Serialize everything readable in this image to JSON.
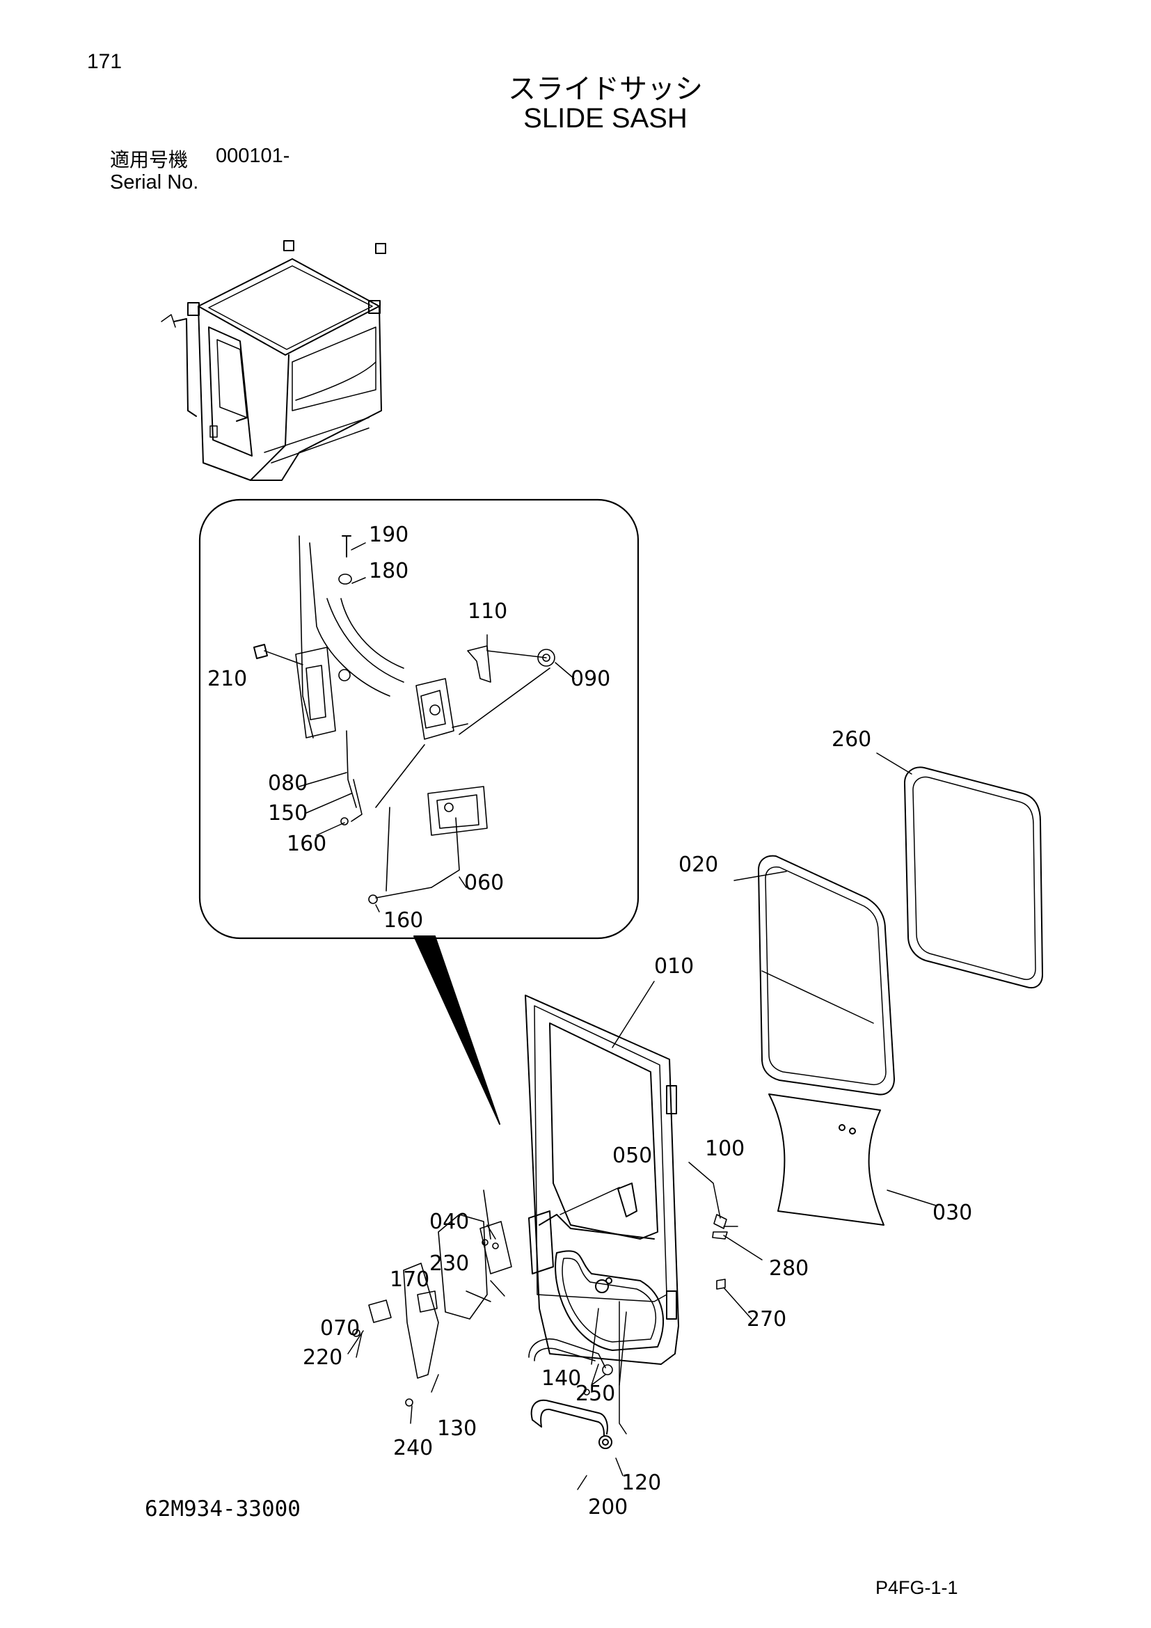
{
  "page": {
    "number": "171",
    "title_jp": "スライドサッシ",
    "title_en": "SLIDE SASH",
    "serial_label_jp": "適用号機",
    "serial_value": "000101-",
    "serial_label_en": "Serial No.",
    "doc_code": "62M934-33000",
    "page_ref": "P4FG-1-1"
  },
  "callouts": {
    "p010": "010",
    "p020": "020",
    "p030": "030",
    "p040": "040",
    "p050": "050",
    "p060": "060",
    "p070": "070",
    "p080": "080",
    "p090": "090",
    "p100": "100",
    "p110": "110",
    "p120": "120",
    "p130": "130",
    "p140": "140",
    "p150": "150",
    "p160a": "160",
    "p160b": "160",
    "p170": "170",
    "p180": "180",
    "p190": "190",
    "p200": "200",
    "p210": "210",
    "p220": "220",
    "p230": "230",
    "p240": "240",
    "p250": "250",
    "p260": "260",
    "p270": "270",
    "p280": "280"
  }
}
